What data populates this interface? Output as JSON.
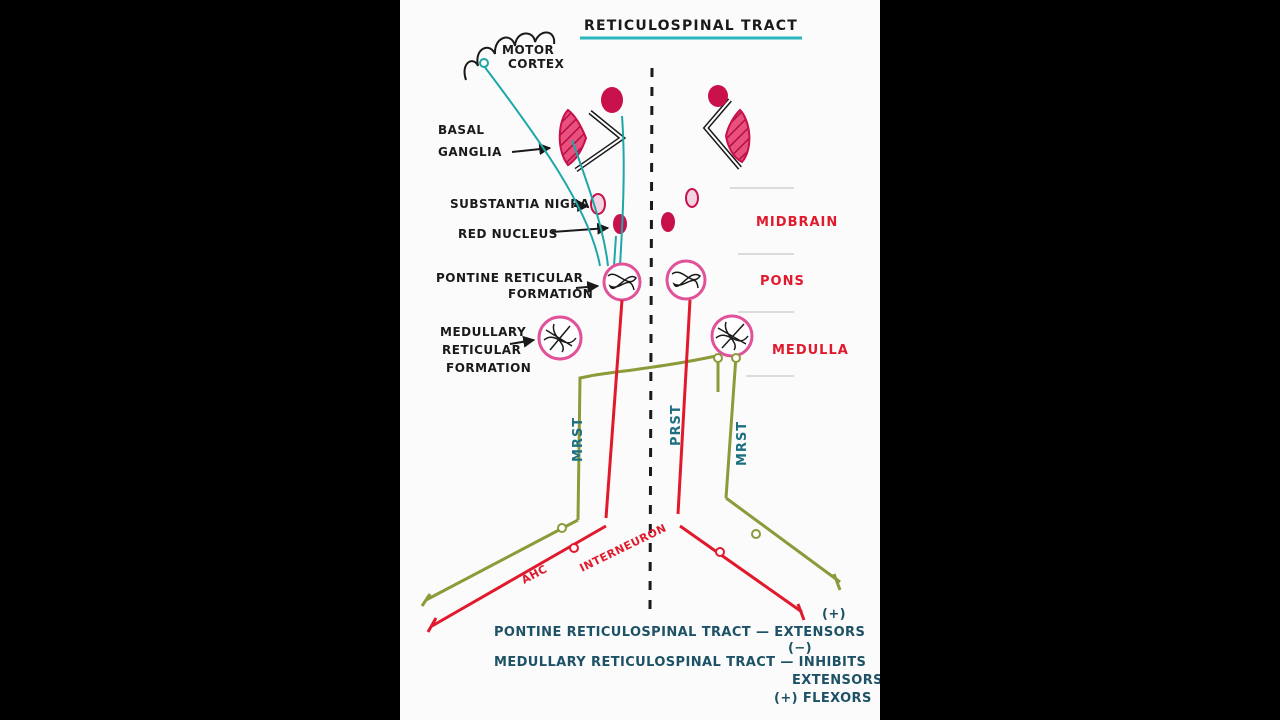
{
  "title": "RETICULOSPINAL TRACT",
  "labels": {
    "motor_cortex_line1": "MOTOR",
    "motor_cortex_line2": "CORTEX",
    "basal_ganglia_line1": "BASAL",
    "basal_ganglia_line2": "GANGLIA",
    "substantia_nigra": "SUBSTANTIA NIGRA",
    "red_nucleus": "RED NUCLEUS",
    "pontine_rf_line1": "PONTINE RETICULAR",
    "pontine_rf_line2": "FORMATION",
    "medullary_rf_line1": "MEDULLARY",
    "medullary_rf_line2": "RETICULAR",
    "medullary_rf_line3": "FORMATION"
  },
  "regions": {
    "midbrain": "MIDBRAIN",
    "pons": "PONS",
    "medulla": "MEDULLA"
  },
  "tracts": {
    "mrst_left": "MRST",
    "prst": "PRST",
    "mrst_right": "MRST",
    "ahc": "AHC",
    "interneuron": "INTERNEURON"
  },
  "footer": {
    "pontine_plus": "(+)",
    "pontine_line": "PONTINE RETICULOSPINAL TRACT — EXTENSORS",
    "medullary_minus": "(−)",
    "medullary_line": "MEDULLARY RETICULOSPINAL TRACT — INHIBITS",
    "extensors": "EXTENSORS",
    "flexors_line": "(+) FLEXORS"
  },
  "colors": {
    "tract_red": "#e01a2c",
    "tract_olive": "#8c9a3a",
    "tract_teal": "#1ea7a8",
    "nucleus_magenta": "#c8104a",
    "ring_pink": "#e0529a",
    "text_dark": "#1a1a1a",
    "text_teal": "#1c6f80"
  }
}
